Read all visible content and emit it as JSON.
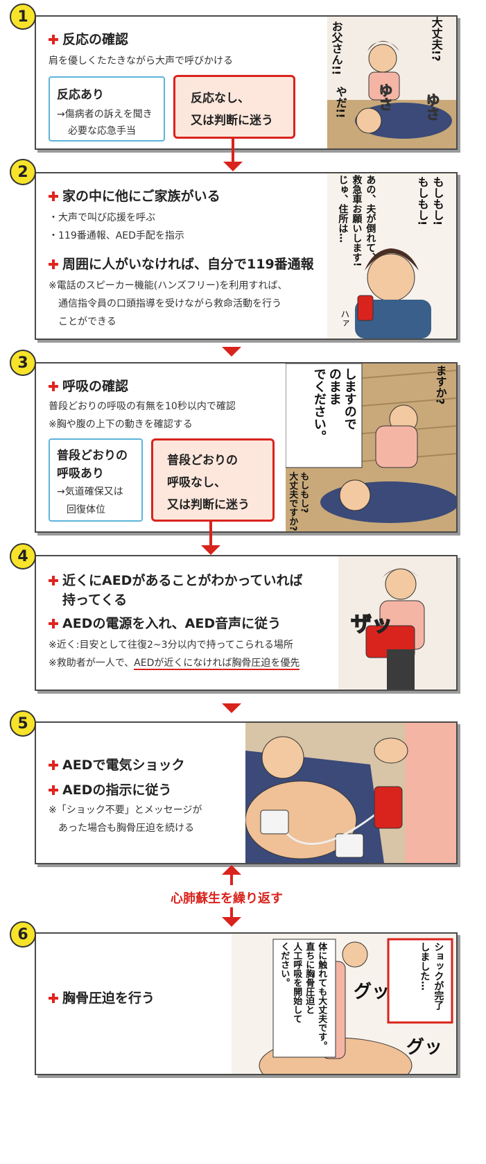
{
  "steps": [
    {
      "number": "1",
      "heading": "反応の確認",
      "text": "肩を優しくたたきながら大声で呼びかける",
      "box_yes_title": "反応あり",
      "box_yes_line1": "→傷病者の訴えを聞き",
      "box_yes_line2": "必要な応急手当",
      "box_no_line1": "反応なし、",
      "box_no_line2": "又は判断に迷う",
      "manga_text": [
        "お父さん!!",
        "大丈夫!?",
        "ゆさ",
        "ゆさ",
        "やだ!!"
      ]
    },
    {
      "number": "2",
      "heading1": "家の中に他にご家族がいる",
      "bullet1": "・大声で叫び応援を呼ぶ",
      "bullet2": "・119番通報、AED手配を指示",
      "heading2": "周囲に人がいなければ、自分で119番通報",
      "note1": "※電話のスピーカー機能(ハンズフリー)を利用すれば、",
      "note2": "通信指令員の口頭指導を受けながら救命活動を行う",
      "note3": "ことができる",
      "manga_text": [
        "もしもし!",
        "もしもし!",
        "あの、夫が倒れて、",
        "救急車お願いします!",
        "じゅ、住所は…",
        "ハァ"
      ]
    },
    {
      "number": "3",
      "heading": "呼吸の確認",
      "text1": "普段どおりの呼吸の有無を10秒以内で確認",
      "text2": "※胸や腹の上下の動きを確認する",
      "box_yes_line1": "普段どおりの",
      "box_yes_line2": "呼吸あり",
      "box_yes_line3": "→気道確保又は",
      "box_yes_line4": "回復体位",
      "box_no_line1": "普段どおりの",
      "box_no_line2": "呼吸なし、",
      "box_no_line3": "又は判断に迷う",
      "manga_text": [
        "ますか?",
        "しますので",
        "のまま",
        "でください。",
        "もしもし?",
        "大丈夫ですか?"
      ]
    },
    {
      "number": "4",
      "heading1_line1": "近くにAEDがあることがわかっていれば",
      "heading1_line2": "持ってくる",
      "heading2": "AEDの電源を入れ、AED音声に従う",
      "note1": "※近く:目安として往復2~3分以内で持ってこられる場所",
      "note2_prefix": "※救助者が一人で、",
      "note2_underlined": "AEDが近くになければ胸骨圧迫を優先",
      "manga_text": [
        "ザッ"
      ]
    },
    {
      "number": "5",
      "heading1": "AEDで電気ショック",
      "heading2": "AEDの指示に従う",
      "note1": "※「ショック不要」とメッセージが",
      "note2": "あった場合も胸骨圧迫を続ける"
    },
    {
      "number": "6",
      "heading": "胸骨圧迫を行う",
      "manga_text": [
        "ショックが完了",
        "しました…",
        "体に触れても大丈夫です。",
        "直ちに胸骨圧迫と",
        "人工呼吸を開始して",
        "ください。",
        "グッ",
        "グッ"
      ]
    }
  ],
  "repeat_label": "心肺蘇生を繰り返す",
  "colors": {
    "accent_red": "#d9231d",
    "number_yellow": "#f7e32a",
    "box_blue": "#5bb3dc",
    "box_pink": "#fde7dc"
  }
}
